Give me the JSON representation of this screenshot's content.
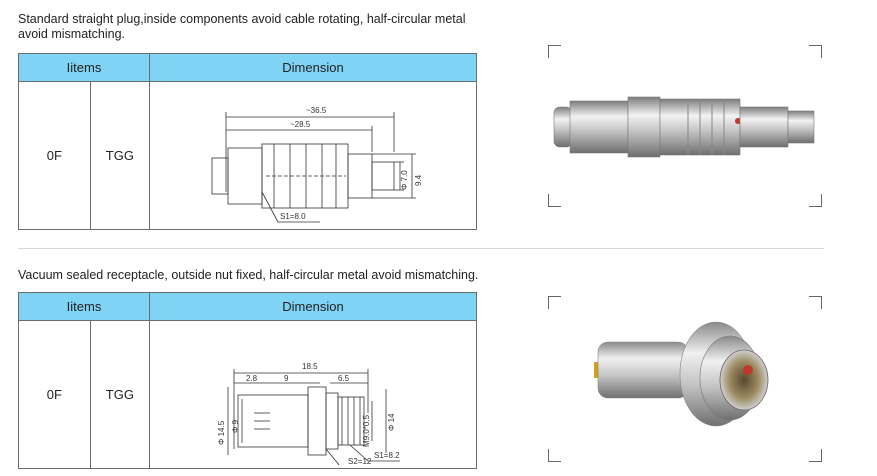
{
  "sections": [
    {
      "description_line1": "Standard straight plug,inside components avoid cable rotating, half-circular metal",
      "description_line2": "avoid mismatching.",
      "header_items": "Iitems",
      "header_dimension": "Dimension",
      "model": "0F",
      "type": "TGG",
      "dims": {
        "overall": "~36.5",
        "body": "~28.5",
        "d_inner": "Φ 7.0",
        "d_outer": "9.4",
        "wrench": "S1=8.0"
      }
    },
    {
      "description_line1": "Vacuum sealed receptacle, outside nut fixed, half-circular metal avoid mismatching.",
      "header_items": "Iitems",
      "header_dimension": "Dimension",
      "model": "0F",
      "type": "TGG",
      "dims": {
        "overall": "18.5",
        "a": "2.8",
        "b": "9",
        "c": "6.5",
        "d_flange": "Φ 14.5",
        "d_body": "Φ 9",
        "thread": "M9.0*0.5",
        "d_nut": "Φ 14",
        "s1": "S1=8.2",
        "s2": "S2=12"
      }
    }
  ]
}
